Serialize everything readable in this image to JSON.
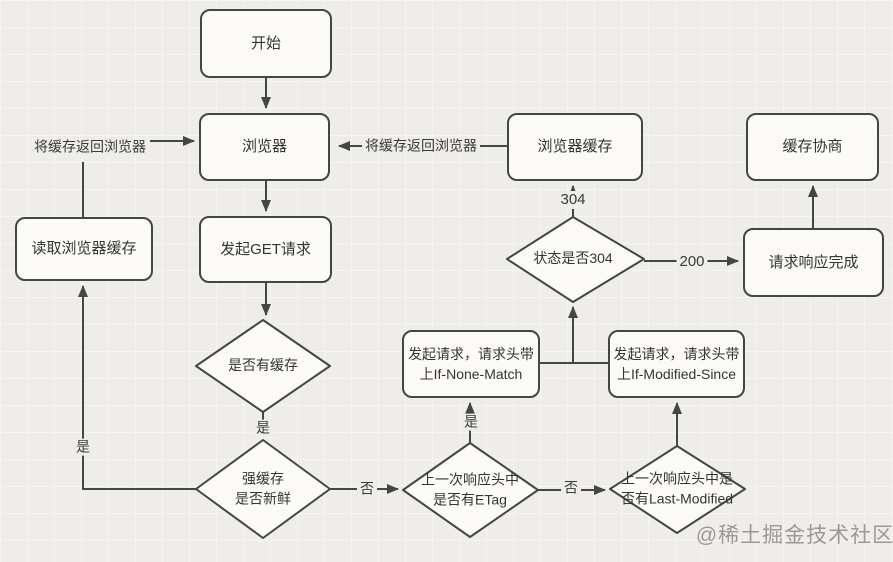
{
  "nodes": {
    "start": {
      "label": "开始"
    },
    "browser": {
      "label": "浏览器"
    },
    "read_cache": {
      "label": "读取浏览器缓存"
    },
    "get_request": {
      "label": "发起GET请求"
    },
    "browser_cache": {
      "label": "浏览器缓存"
    },
    "cache_negotiation": {
      "label": "缓存协商"
    },
    "response_complete": {
      "label": "请求响应完成"
    },
    "req_if_none_match": {
      "label": "发起请求，请求头带\n上If-None-Match"
    },
    "req_if_modified_since": {
      "label": "发起请求，请求头带\n上If-Modified-Since"
    },
    "has_cache": {
      "label": "是否有缓存"
    },
    "strong_cache_fresh": {
      "label": "强缓存\n是否新鲜"
    },
    "etag_check": {
      "label": "上一次响应头中\n是否有ETag"
    },
    "last_modified_check": {
      "label": "上一次响应头中是\n否有Last-Modified"
    },
    "status_304": {
      "label": "状态是否304"
    }
  },
  "edge_labels": {
    "return_cache_left": "将缓存返回浏览器",
    "return_cache_right": "将缓存返回浏览器",
    "yes_has_cache": "是",
    "yes_strong": "是",
    "yes_etag": "是",
    "no_strong": "否",
    "no_etag": "否",
    "code_304": "304",
    "code_200": "200"
  },
  "watermark": "@稀土掘金技术社区",
  "colors": {
    "stroke": "#454543",
    "node_fill": "#fbfaf8",
    "background": "#efedea",
    "watermark": "#9b9996"
  }
}
